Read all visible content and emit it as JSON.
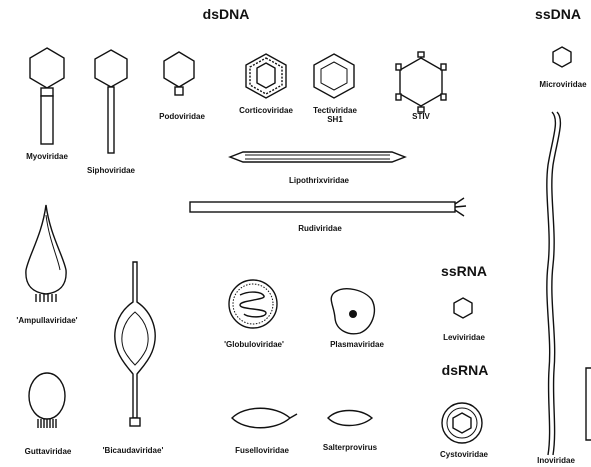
{
  "headers": {
    "dsDNA": "dsDNA",
    "ssDNA": "ssDNA",
    "ssRNA": "ssRNA",
    "dsRNA": "dsRNA"
  },
  "labels": {
    "myoviridae": "Myoviridae",
    "siphoviridae": "Siphoviridae",
    "podoviridae": "Podoviridae",
    "corticoviridae": "Corticoviridae",
    "tectiviridae_line1": "Tectiviridae",
    "tectiviridae_line2": "SH1",
    "stiv": "STIV",
    "microviridae": "Microviridae",
    "lipothrixviridae": "Lipothrixviridae",
    "rudiviridae": "Rudiviridae",
    "ampullaviridae": "'Ampullaviridae'",
    "globuloviridae": "'Globuloviridae'",
    "plasmaviridae": "Plasmaviridae",
    "leviviridae": "Leviviridae",
    "guttaviridae": "Guttaviridae",
    "bicaudaviridae": "'Bicaudaviridae'",
    "fuselloviridae": "Fuselloviridae",
    "salterprovirus": "Salterprovirus",
    "cystoviridae": "Cystoviridae",
    "inoviridae": "Inoviridae"
  }
}
